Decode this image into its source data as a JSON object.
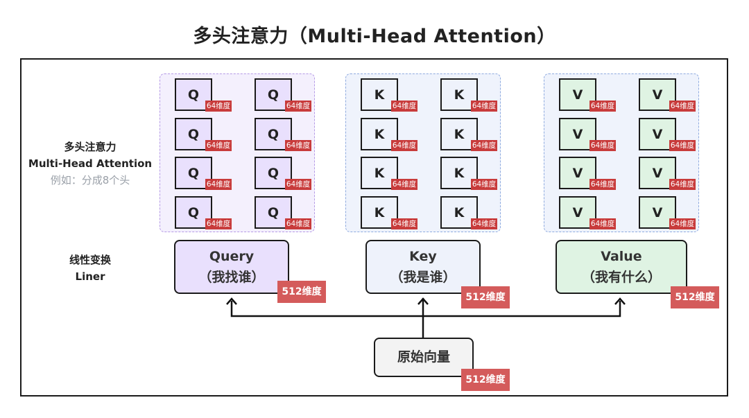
{
  "title": "多头注意力（Multi-Head Attention）",
  "side_labels": {
    "multihead_cn": "多头注意力",
    "multihead_en": "Multi-Head Attention",
    "multihead_note": "例如：分成8个头",
    "linear_cn": "线性变换",
    "linear_en": "Liner"
  },
  "head_badge": "64维度",
  "heads_per_group": 8,
  "groups": [
    {
      "id": "q",
      "letter": "Q",
      "proj_title": "Query",
      "proj_sub": "（我找谁）",
      "dim": "512维度",
      "fill": "#e9e0fd"
    },
    {
      "id": "k",
      "letter": "K",
      "proj_title": "Key",
      "proj_sub": "（我是谁）",
      "dim": "512维度",
      "fill": "#eef2fb"
    },
    {
      "id": "v",
      "letter": "V",
      "proj_title": "Value",
      "proj_sub": "（我有什么）",
      "dim": "512维度",
      "fill": "#dff3e3"
    }
  ],
  "source": {
    "label": "原始向量",
    "dim": "512维度"
  },
  "colors": {
    "badge_small": "#c83b3b",
    "badge_big": "#d45b5b",
    "q_border": "#b59ae6",
    "kv_border": "#8eaadf"
  }
}
